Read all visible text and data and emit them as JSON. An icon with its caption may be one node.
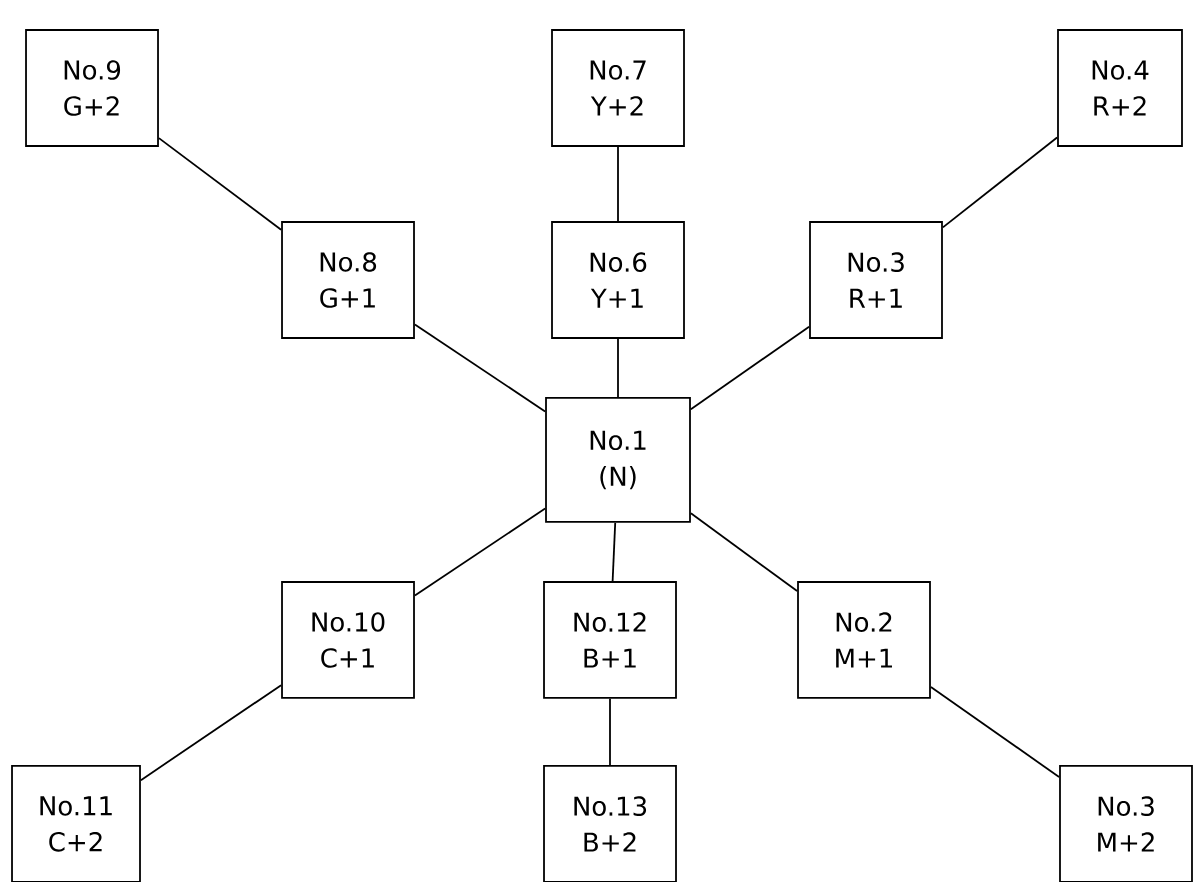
{
  "diagram": {
    "nodes": [
      {
        "text": [
          "No.9",
          "G+2"
        ]
      },
      {
        "text": [
          "No.7",
          "Y+2"
        ]
      },
      {
        "text": [
          "No.4",
          "R+2"
        ]
      },
      {
        "text": [
          "No.8",
          "G+1"
        ]
      },
      {
        "text": [
          "No.6",
          "Y+1"
        ]
      },
      {
        "text": [
          "No.3",
          "R+1"
        ]
      },
      {
        "text": [
          "No.1",
          "(N)"
        ]
      },
      {
        "text": [
          "No.10",
          "C+1"
        ]
      },
      {
        "text": [
          "No.12",
          "B+1"
        ]
      },
      {
        "text": [
          "No.2",
          "M+1"
        ]
      },
      {
        "text": [
          "No.11",
          "C+2"
        ]
      },
      {
        "text": [
          "No.13",
          "B+2"
        ]
      },
      {
        "text": [
          "No.3",
          "M+2"
        ]
      }
    ],
    "edges": [
      {
        "from": 6,
        "to": 3,
        "arrow": "none"
      },
      {
        "from": 6,
        "to": 4,
        "arrow": "none"
      },
      {
        "from": 6,
        "to": 5,
        "arrow": "none"
      },
      {
        "from": 6,
        "to": 7,
        "arrow": "none"
      },
      {
        "from": 6,
        "to": 8,
        "arrow": "none"
      },
      {
        "from": 6,
        "to": 9,
        "arrow": "none"
      },
      {
        "from": 3,
        "to": 0,
        "arrow": "none"
      },
      {
        "from": 4,
        "to": 1,
        "arrow": "none"
      },
      {
        "from": 5,
        "to": 2,
        "arrow": "none"
      },
      {
        "from": 7,
        "to": 10,
        "arrow": "none"
      },
      {
        "from": 8,
        "to": 11,
        "arrow": "none"
      },
      {
        "from": 9,
        "to": 12,
        "arrow": "none"
      }
    ]
  }
}
